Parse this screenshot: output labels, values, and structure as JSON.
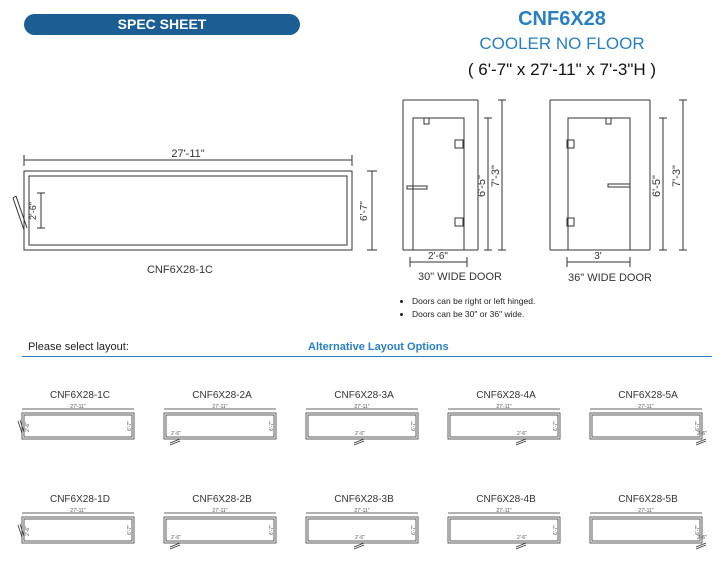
{
  "header": {
    "spec_sheet_label": "SPEC SHEET",
    "model": "CNF6X28",
    "subtitle": "COOLER NO FLOOR",
    "dimensions": "( 6'-7\" x 27'-11\" x 7'-3\"H )"
  },
  "main_plan": {
    "length_label": "27'-11\"",
    "width_label": "6'-7\"",
    "door_label": "2'-6\"",
    "caption": "CNF6X28-1C"
  },
  "door_30": {
    "height_inner": "6'-5\"",
    "height_outer": "7'-3\"",
    "width_label": "2'-6\"",
    "caption": "30\" WIDE DOOR"
  },
  "door_36": {
    "height_inner": "6'-5\"",
    "height_outer": "7'-3\"",
    "width_label": "3'",
    "caption": "36\" WIDE DOOR"
  },
  "notes": [
    "Doors can be right or left hinged.",
    "Doors can be 30\" or 36\" wide."
  ],
  "select_label": "Please select layout:",
  "alt_label": "Alternative Layout Options",
  "layouts": [
    {
      "name": "CNF6X28-1C",
      "length": "27'-11\"",
      "width": "6'-7\"",
      "door": "2'-6\""
    },
    {
      "name": "CNF6X28-2A",
      "length": "27'-11\"",
      "width": "6'-7\"",
      "door": "2'-6\""
    },
    {
      "name": "CNF6X28-3A",
      "length": "27'-11\"",
      "width": "6'-7\"",
      "door": "2'-6\""
    },
    {
      "name": "CNF6X28-4A",
      "length": "27'-11\"",
      "width": "6'-7\"",
      "door": "2'-6\""
    },
    {
      "name": "CNF6X28-5A",
      "length": "27'-11\"",
      "width": "6'-7\"",
      "door": "2'-6\""
    },
    {
      "name": "CNF6X28-1D",
      "length": "27'-11\"",
      "width": "6'-7\"",
      "door": "2'-6\""
    },
    {
      "name": "CNF6X28-2B",
      "length": "27'-11\"",
      "width": "6'-7\"",
      "door": "2'-6\""
    },
    {
      "name": "CNF6X28-3B",
      "length": "27'-11\"",
      "width": "6'-7\"",
      "door": "2'-6\""
    },
    {
      "name": "CNF6X28-4B",
      "length": "27'-11\"",
      "width": "6'-7\"",
      "door": "2'-6\""
    },
    {
      "name": "CNF6X28-5B",
      "length": "27'-11\"",
      "width": "6'-7\"",
      "door": "2'-6\""
    }
  ]
}
